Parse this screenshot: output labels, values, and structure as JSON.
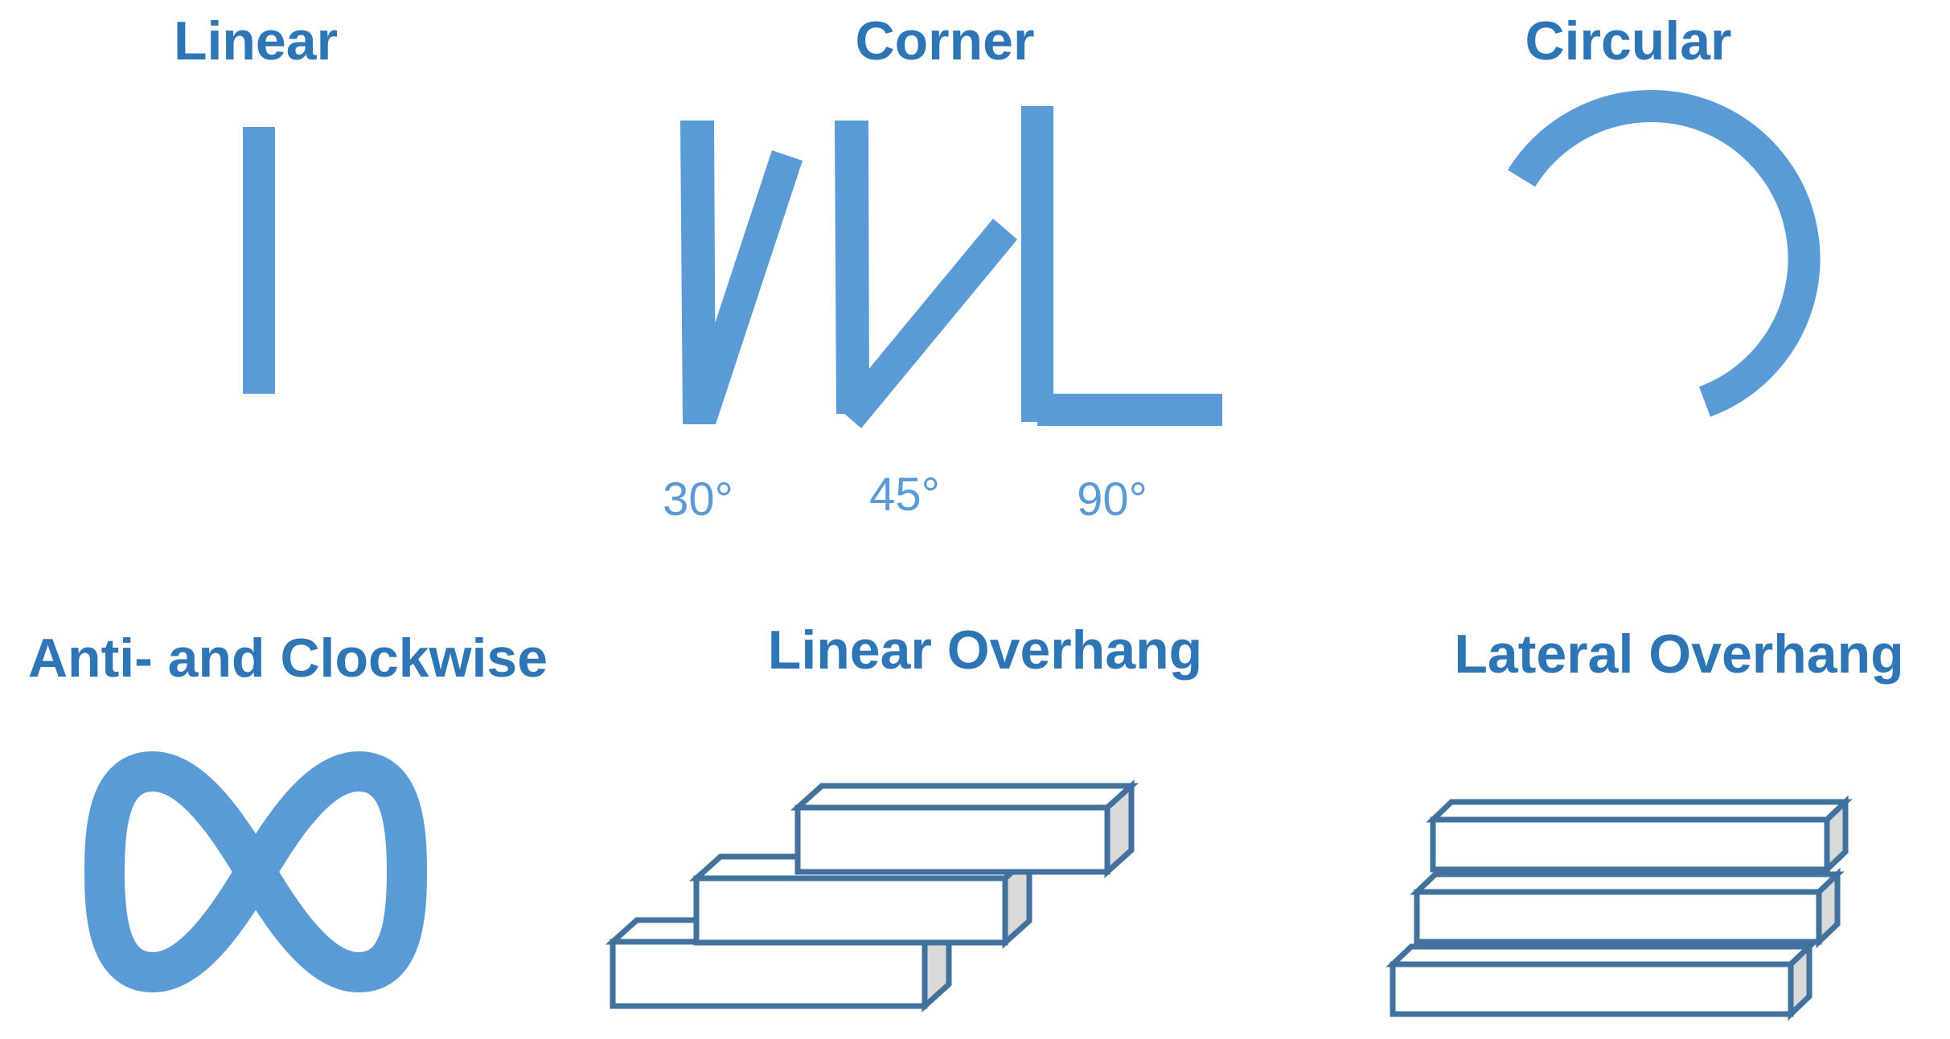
{
  "titles": {
    "linear": "Linear",
    "corner": "Corner",
    "circular": "Circular",
    "anti_clockwise": "Anti- and Clockwise",
    "linear_overhang": "Linear Overhang",
    "lateral_overhang": "Lateral Overhang"
  },
  "corner_angles": [
    "30°",
    "45°",
    "90°"
  ],
  "colors": {
    "title_text": "#2e75b6",
    "angle_text": "#5b9bd5",
    "shape_fill": "#5b9bd5",
    "box_stroke": "#41719c",
    "box_side": "#d9d9d9"
  }
}
